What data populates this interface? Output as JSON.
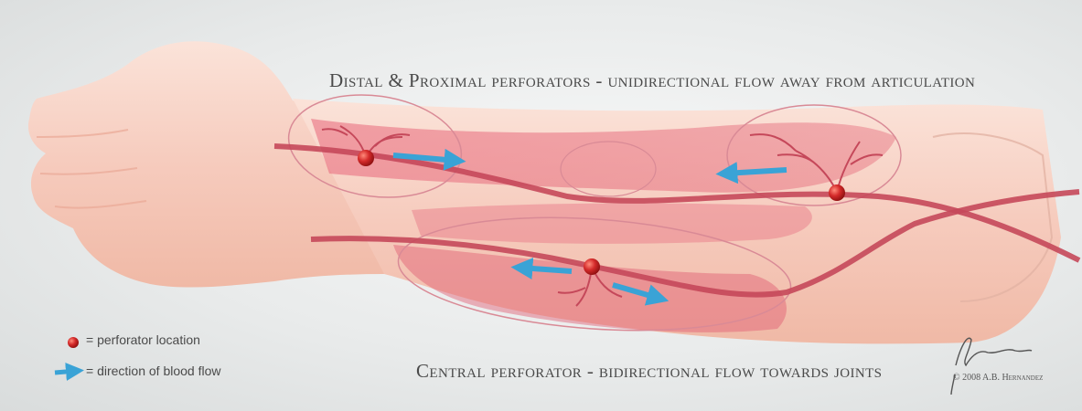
{
  "diagram": {
    "title_top": "Distal & Proximal perforators - unidirectional flow away from articulation",
    "title_bottom": "Central perforator - bidirectional flow towards joints",
    "legend": {
      "perforator_label": "= perforator location",
      "flow_label": "= direction of blood flow"
    },
    "copyright": "© 2008 A.B. Hernandez",
    "colors": {
      "perforator": "#d42a2a",
      "flow_arrow": "#3aa3d6",
      "vessel": "#c5485a",
      "skin": "#f6cbbd"
    }
  }
}
